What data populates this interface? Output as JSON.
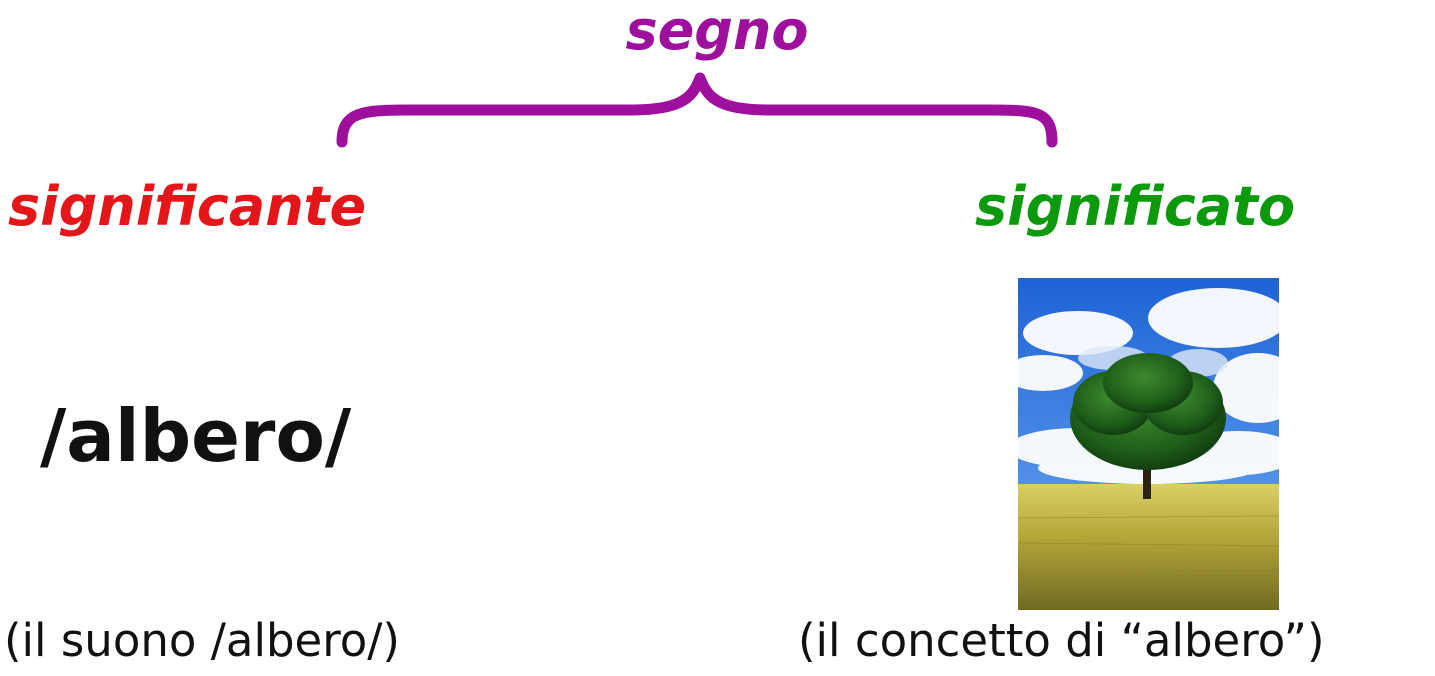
{
  "sign": {
    "label": "segno",
    "color": "#9d0f9c"
  },
  "signifier": {
    "label": "significante",
    "color": "#e5161a",
    "example": "/albero/",
    "caption": "(il suono /albero/)"
  },
  "signified": {
    "label": "significato",
    "color": "#0c9a0c",
    "caption": "(il concetto di “albero”)",
    "image_icon": "tree-in-field-icon"
  }
}
